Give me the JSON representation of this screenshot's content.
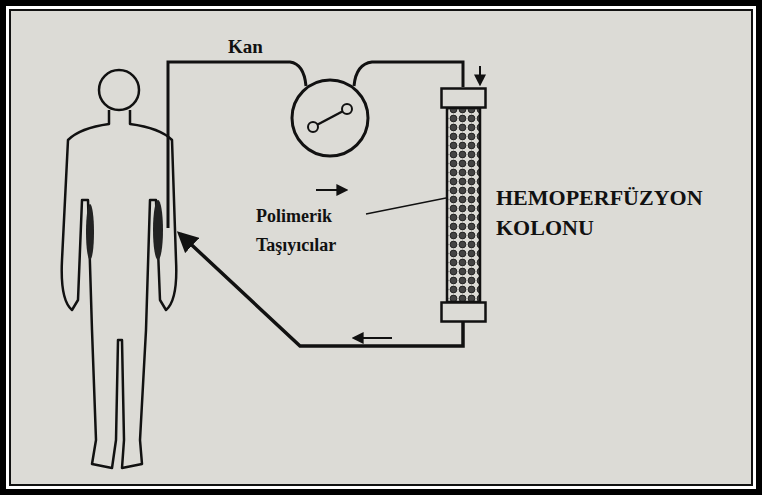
{
  "diagram": {
    "nodes": [
      {
        "text": [
          "HEMOPERFÜZYON KOLONU"
        ]
      }
    ],
    "labels": [
      "Kan",
      "Polimerik Taşıyıcılar"
    ]
  }
}
